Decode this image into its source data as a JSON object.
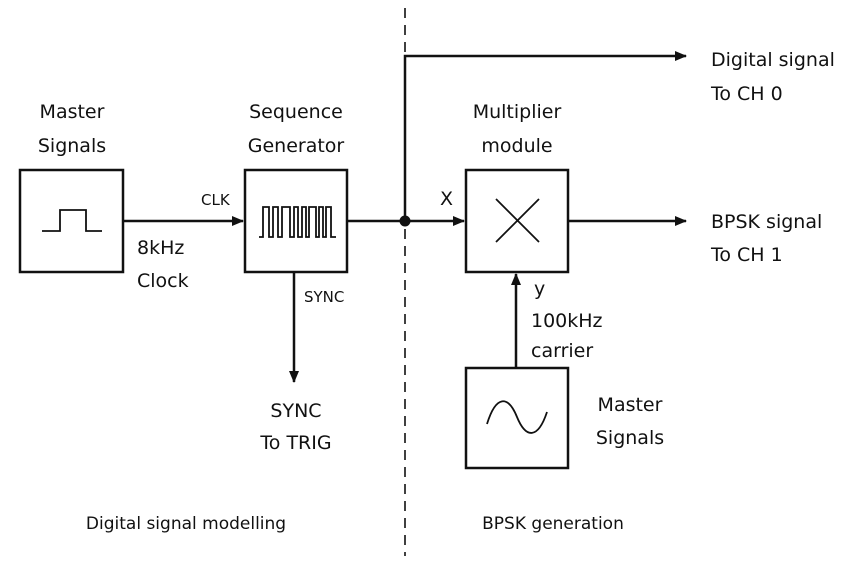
{
  "blocks": {
    "master_signals_left": {
      "line1": "Master",
      "line2": "Signals",
      "icon": "square-wave-icon"
    },
    "sequence_generator": {
      "line1": "Sequence",
      "line2": "Generator",
      "icon": "pulse-train-icon"
    },
    "multiplier_module": {
      "line1": "Multiplier",
      "line2": "module",
      "icon": "multiply-x-icon"
    },
    "master_signals_bottom": {
      "line1": "Master",
      "line2": "Signals",
      "icon": "sine-wave-icon"
    }
  },
  "labels": {
    "clk": "CLK",
    "clock_line1": "8kHz",
    "clock_line2": "Clock",
    "sync_port": "SYNC",
    "sync_out_line1": "SYNC",
    "sync_out_line2": "To TRIG",
    "x_input": "X",
    "y_input": "y",
    "carrier_line1": "100kHz",
    "carrier_line2": "carrier"
  },
  "outputs": {
    "digital": {
      "line1": "Digital signal",
      "line2": "To CH 0"
    },
    "bpsk": {
      "line1": "BPSK signal",
      "line2": "To CH 1"
    }
  },
  "sections": {
    "left": "Digital signal modelling",
    "right": "BPSK generation"
  }
}
